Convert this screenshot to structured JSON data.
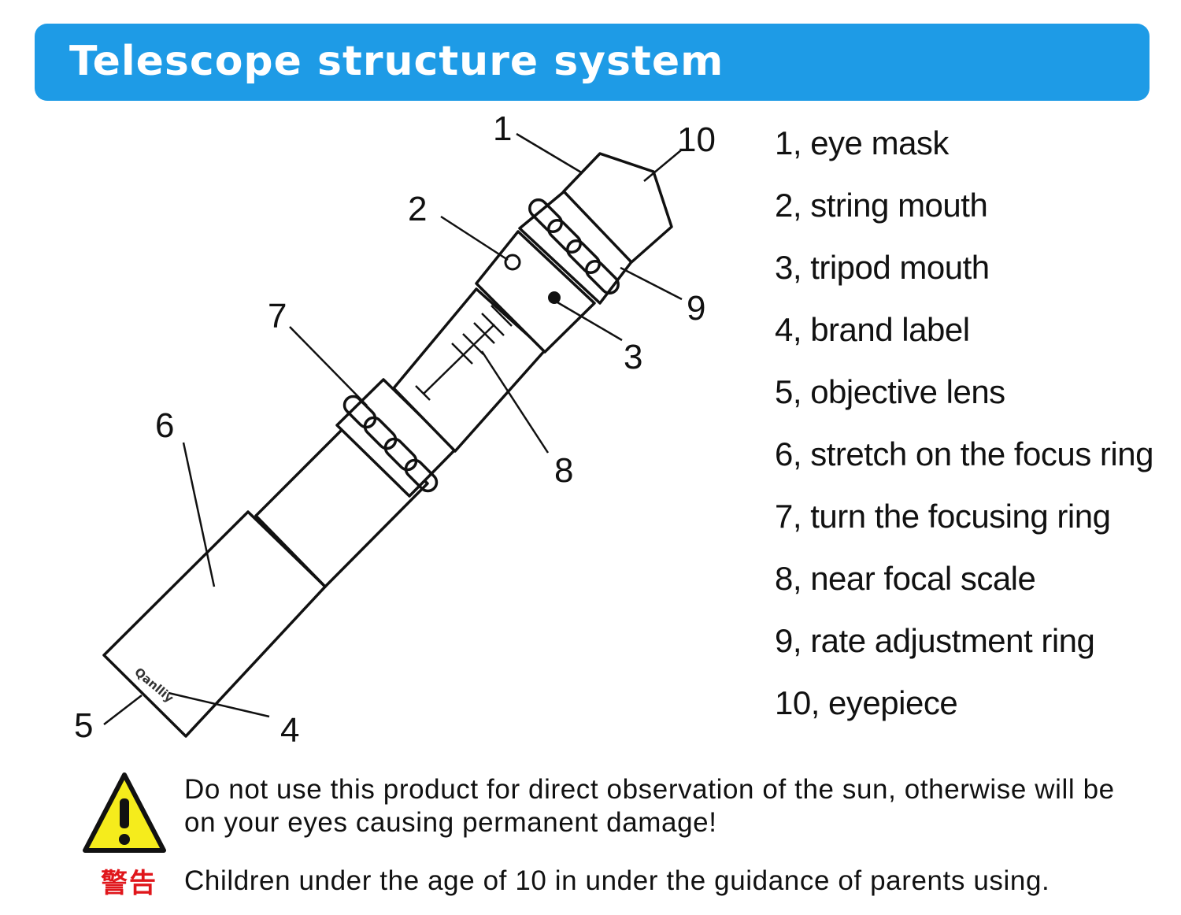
{
  "header": {
    "title": "Telescope structure system"
  },
  "callouts": [
    "1",
    "10",
    "2",
    "9",
    "3",
    "7",
    "8",
    "6",
    "5",
    "4"
  ],
  "brand_text": "Qanlliy",
  "legend": [
    "1, eye mask",
    "2, string mouth",
    "3, tripod mouth",
    "4, brand label",
    "5,  objective lens",
    "6, stretch on the focus ring",
    "7, turn the focusing ring",
    "8, near focal scale",
    "9, rate adjustment ring",
    "10, eyepiece"
  ],
  "warning": {
    "label": "警告",
    "line1": "Do not use this product for direct observation of the sun, otherwise will be",
    "line2": "on your eyes causing permanent damage!",
    "line3": "Children under the age of 10 in under the guidance of parents using.",
    "icon": "warning-triangle-icon",
    "icon_color": "#f5ec1c",
    "label_color": "#e0161b"
  },
  "colors": {
    "banner": "#1e9be6"
  }
}
